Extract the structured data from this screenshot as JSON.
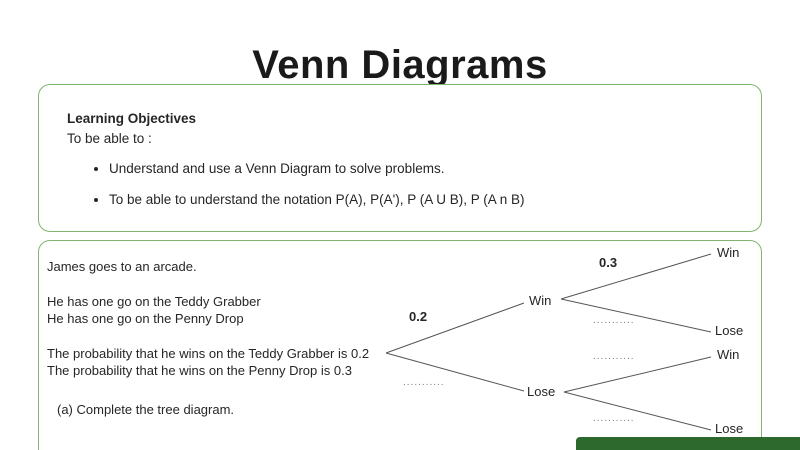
{
  "page": {
    "title": "Venn Diagrams"
  },
  "objectives": {
    "heading": "Learning Objectives",
    "subheading": "To be able to :",
    "bullets": [
      "Understand and use a Venn Diagram to solve problems.",
      "To be able to understand the notation P(A), P(A'), P (A U B), P (A n B)"
    ]
  },
  "problem": {
    "line1": "James goes to an arcade.",
    "line2": "He has one go on the Teddy Grabber",
    "line3": "He has one go on the Penny Drop",
    "line4": "The probability that he wins on the Teddy Grabber is 0.2",
    "line5": "The probability that he wins on the Penny Drop is 0.3",
    "task": "(a) Complete the tree diagram."
  },
  "tree": {
    "l1_win_prob": "0.2",
    "l1_lose_prob": "...........",
    "l1_win_label": "Win",
    "l1_lose_label": "Lose",
    "l2_win_win_prob": "0.3",
    "l2_win_win_label": "Win",
    "l2_win_lose_prob": "...........",
    "l2_win_lose_label": "Lose",
    "l2_lose_win_prob": "...........",
    "l2_lose_win_label": "Win",
    "l2_lose_lose_prob": "...........",
    "l2_lose_lose_label": "Lose"
  },
  "colors": {
    "box_border": "#7cb56b",
    "footer_bar": "#2d682d",
    "tree_line": "#555555"
  }
}
